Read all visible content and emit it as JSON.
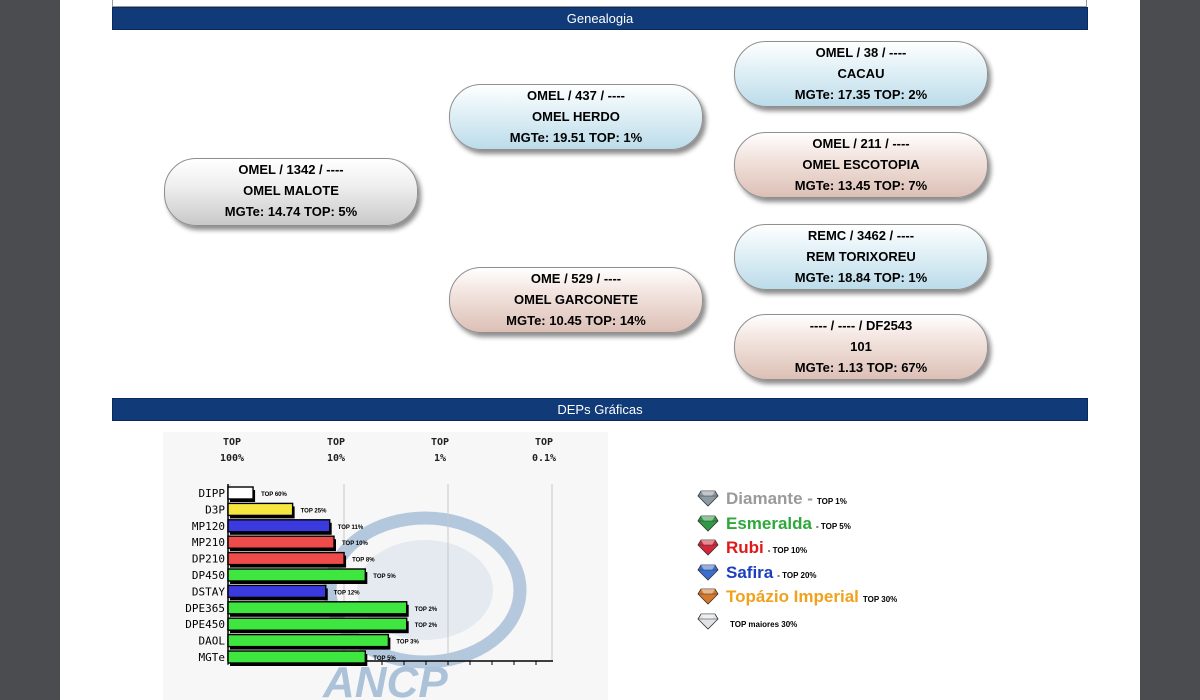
{
  "sections": {
    "genealogia": "Genealogia",
    "deps": "DEPs Gráficas"
  },
  "genealogy": {
    "root": {
      "l1": "OMEL / 1342 / ----",
      "l2": "OMEL MALOTE",
      "l3": "MGTe: 14.74   TOP: 5%"
    },
    "sire": {
      "l1": "OMEL / 437 / ----",
      "l2": "OMEL HERDO",
      "l3": "MGTe: 19.51   TOP: 1%"
    },
    "dam": {
      "l1": "OME / 529 / ----",
      "l2": "OMEL GARCONETE",
      "l3": "MGTe: 10.45   TOP: 14%"
    },
    "sire_sire": {
      "l1": "OMEL / 38 / ----",
      "l2": "CACAU",
      "l3": "MGTe: 17.35   TOP: 2%"
    },
    "sire_dam": {
      "l1": "OMEL / 211 / ----",
      "l2": "OMEL ESCOTOPIA",
      "l3": "MGTe: 13.45   TOP: 7%"
    },
    "dam_sire": {
      "l1": "REMC / 3462 / ----",
      "l2": "REM TORIXOREU",
      "l3": "MGTe: 18.84   TOP: 1%"
    },
    "dam_dam": {
      "l1": "---- / ---- / DF2543",
      "l2": "101",
      "l3": "MGTe: 1.13   TOP: 67%"
    }
  },
  "chart_data": {
    "type": "bar",
    "orientation": "horizontal",
    "x_ticks": [
      {
        "l1": "TOP",
        "l2": "100%"
      },
      {
        "l1": "TOP",
        "l2": "10%"
      },
      {
        "l1": "TOP",
        "l2": "1%"
      },
      {
        "l1": "TOP",
        "l2": "0.1%"
      }
    ],
    "categories": [
      "DIPP",
      "D3P",
      "MP120",
      "MP210",
      "DP210",
      "DP450",
      "DSTAY",
      "DPE365",
      "DPE450",
      "DAOL",
      "MGTe"
    ],
    "values": [
      60,
      25,
      11,
      10,
      8,
      5,
      12,
      2,
      2,
      3,
      5
    ],
    "labels": [
      "TOP 60%",
      "TOP 25%",
      "TOP 11%",
      "TOP 10%",
      "TOP 8%",
      "TOP 5%",
      "TOP 12%",
      "TOP 2%",
      "TOP 2%",
      "TOP 3%",
      "TOP 5%"
    ],
    "colors": [
      "#ffffff",
      "#f5e640",
      "#3a3adf",
      "#ef4b4b",
      "#ef4b4b",
      "#3fe63f",
      "#3a3adf",
      "#3fe63f",
      "#3fe63f",
      "#3fe63f",
      "#3fe63f"
    ],
    "scale": "log"
  },
  "legend": [
    {
      "name": "Diamante",
      "suffix": " -",
      "top": "TOP 1%",
      "color": "#9a9a9a",
      "gem": "#8e9aa3"
    },
    {
      "name": "Esmeralda",
      "suffix": "",
      "top": "- TOP 5%",
      "color": "#2ea83a",
      "gem": "#2f9a45"
    },
    {
      "name": "Rubi",
      "suffix": "",
      "top": "- TOP 10%",
      "color": "#e01919",
      "gem": "#d4283a"
    },
    {
      "name": "Safira",
      "suffix": "",
      "top": "- TOP 20%",
      "color": "#1c3fbf",
      "gem": "#3a6fcf"
    },
    {
      "name": "Topázio Imperial",
      "suffix": "",
      "top": "TOP 30%",
      "color": "#f0a21c",
      "gem": "#d8782a"
    },
    {
      "name": "",
      "suffix": "",
      "top": "TOP maiores 30%",
      "color": "#000000",
      "gem": "#e0e2e6"
    }
  ]
}
